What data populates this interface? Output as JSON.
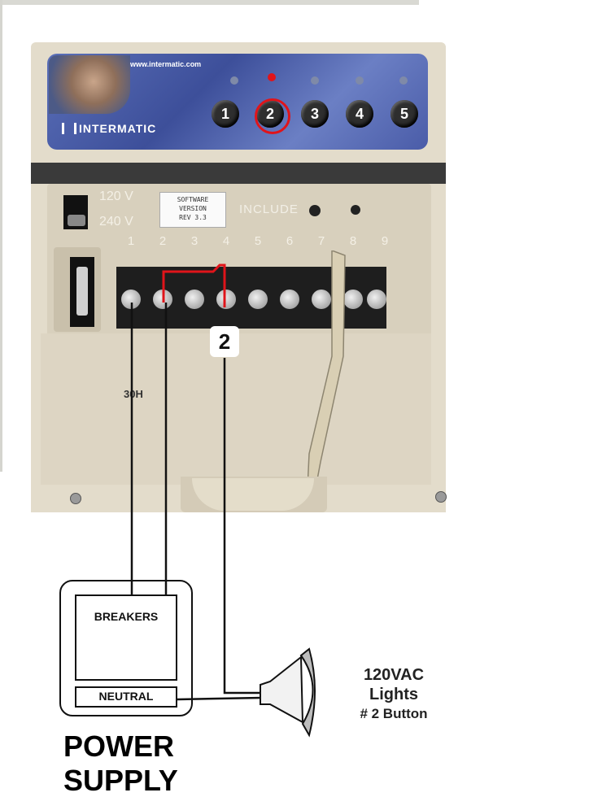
{
  "panel": {
    "url": "www.intermatic.com",
    "brand": "INTERMATIC",
    "buttons": [
      "1",
      "2",
      "3",
      "4",
      "5"
    ],
    "active_button": "2",
    "led_on_color": "#e0141a"
  },
  "controller": {
    "voltage_top": "120 V",
    "voltage_bottom": "240 V",
    "software_label": [
      "SOFTWARE",
      "VERSION",
      "REV 3.3"
    ],
    "include_label": "INCLUDE",
    "terminal_numbers": [
      "1",
      "2",
      "3",
      "4",
      "5",
      "6",
      "7",
      "8",
      "9"
    ],
    "model_label": "30H",
    "circuit_tag": "2"
  },
  "schematic": {
    "breakers_label": "BREAKERS",
    "neutral_label": "NEUTRAL",
    "supply_label_line1": "POWER",
    "supply_label_line2": "SUPPLY",
    "light_label": [
      "120VAC",
      "Lights",
      "# 2 Button"
    ],
    "wire_color": "#111111",
    "jumper_color": "#e0141a"
  }
}
